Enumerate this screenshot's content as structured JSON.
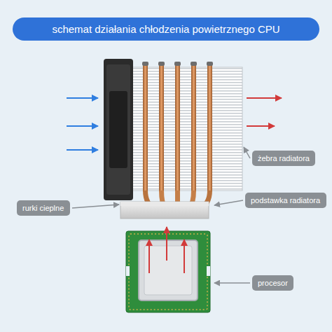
{
  "diagram": {
    "title": "schemat działania chłodzenia powietrznego CPU",
    "nodes": [
      {
        "text": [
          "żebra radiatora"
        ]
      },
      {
        "text": [
          "podstawka radiatora"
        ]
      },
      {
        "text": [
          "rurki cieplne"
        ]
      },
      {
        "text": [
          "procesor"
        ]
      }
    ]
  }
}
